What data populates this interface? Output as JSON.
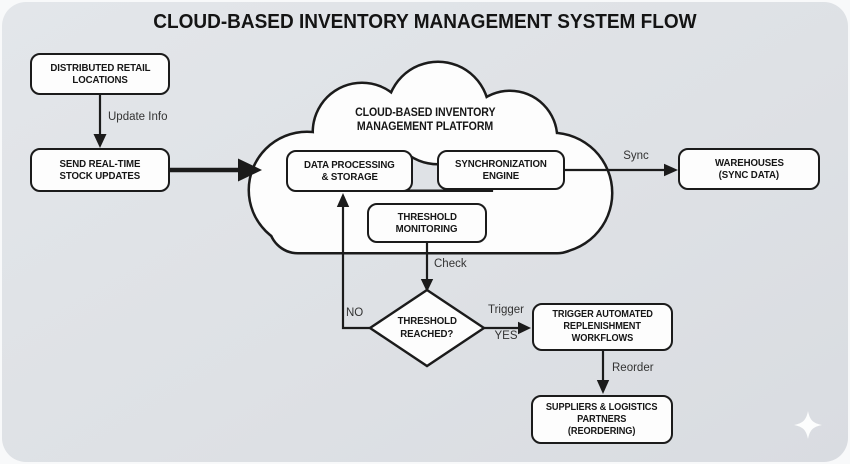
{
  "title": "CLOUD-BASED INVENTORY MANAGEMENT SYSTEM FLOW",
  "colors": {
    "canvas_background": "#dee1e5",
    "node_fill": "#fdfdfd",
    "outline": "#1b1b1b",
    "watermark": "#ffffff"
  },
  "nodes": {
    "distributed_retail": {
      "lines": [
        "DISTRIBUTED RETAIL",
        "LOCATIONS"
      ]
    },
    "send_updates": {
      "lines": [
        "SEND REAL-TIME",
        "STOCK UPDATES"
      ]
    },
    "cloud_platform": {
      "lines": [
        "CLOUD-BASED INVENTORY",
        "MANAGEMENT PLATFORM"
      ]
    },
    "data_processing": {
      "lines": [
        "DATA PROCESSING",
        "& STORAGE"
      ]
    },
    "sync_engine": {
      "lines": [
        "SYNCHRONIZATION",
        "ENGINE"
      ]
    },
    "threshold_monitoring": {
      "lines": [
        "THRESHOLD",
        "MONITORING"
      ]
    },
    "warehouses": {
      "lines": [
        "WAREHOUSES",
        "(SYNC DATA)"
      ]
    },
    "threshold_reached": {
      "lines": [
        "THRESHOLD",
        "REACHED?"
      ]
    },
    "trigger_workflows": {
      "lines": [
        "TRIGGER AUTOMATED",
        "REPLENISHMENT",
        "WORKFLOWS"
      ]
    },
    "suppliers": {
      "lines": [
        "SUPPLIERS & LOGISTICS",
        "PARTNERS",
        "(REORDERING)"
      ]
    }
  },
  "edges": {
    "update_info": "Update Info",
    "sync": "Sync",
    "check": "Check",
    "no": "NO",
    "trigger": "Trigger",
    "yes": "YES",
    "reorder": "Reorder"
  },
  "icons": {
    "sparkle": "sparkle-watermark"
  }
}
